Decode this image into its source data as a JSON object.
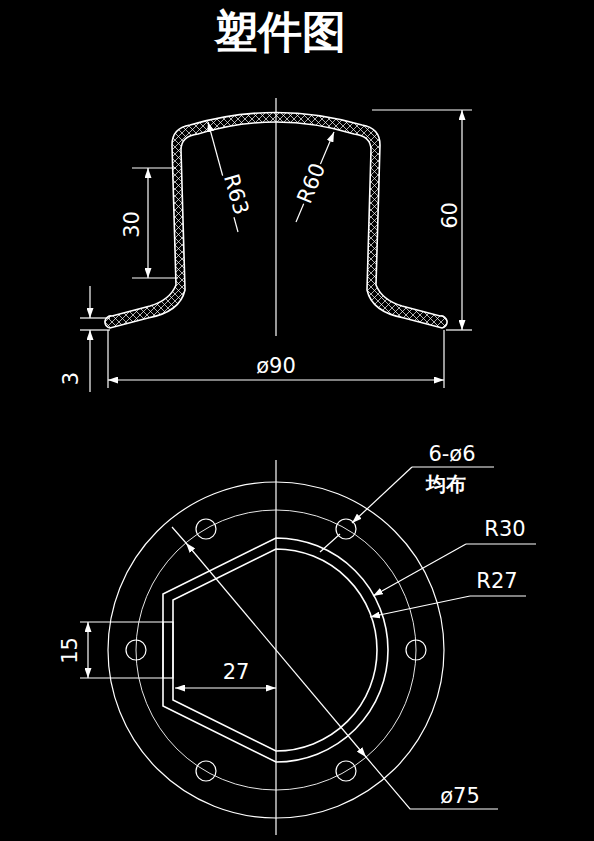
{
  "diagram": {
    "title": "塑件图",
    "labels": [
      "R63",
      "R60",
      "30",
      "60",
      "3",
      "ø90",
      "6-ø6",
      "均布",
      "R30",
      "R27",
      "15",
      "27",
      "ø75"
    ]
  }
}
